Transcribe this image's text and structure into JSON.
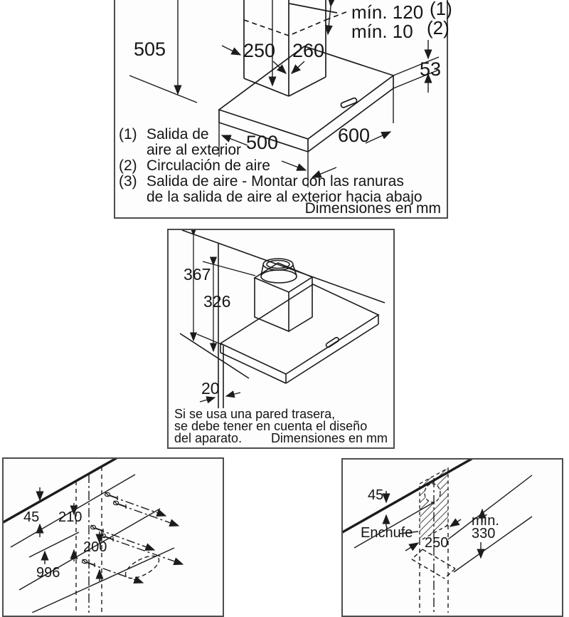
{
  "panel_top": {
    "dim_505": "505",
    "dim_250": "250",
    "dim_260": "260",
    "min_1": "mín. 120",
    "min_1_ref": "(1)",
    "min_2": "mín. 10",
    "min_2_ref": "(2)",
    "dim_53": "53",
    "dim_500": "500",
    "dim_600": "600",
    "legend_1_ref": "(1)",
    "legend_1a": "Salida de",
    "legend_1b": "aire al exterior",
    "legend_2_ref": "(2)",
    "legend_2": "Circulación de aire",
    "legend_3_ref": "(3)",
    "legend_3a": "Salida de aire - Montar con las ranuras",
    "legend_3b": "de la salida de aire al exterior hacia abajo",
    "units_note": "Dimensiones en mm"
  },
  "panel_middle": {
    "dim_367": "367",
    "dim_326": "326",
    "dim_20": "20",
    "note_1": "Si se usa una pared trasera,",
    "note_2": "se debe tener en cuenta el diseño",
    "note_3": "del aparato.",
    "units_note": "Dimensiones en mm"
  },
  "panel_wall_template": {
    "dim_45": "45",
    "dim_210": "210",
    "dim_200": "200",
    "dim_partial": "996"
  },
  "panel_socket": {
    "dim_45": "45",
    "socket_label": "Enchufe",
    "dim_250": "250",
    "min_label": "mín.",
    "min_value": "330"
  }
}
